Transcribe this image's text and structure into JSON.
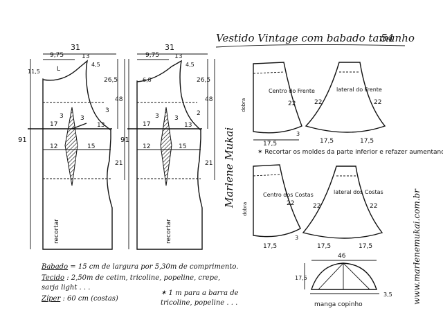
{
  "title": "Vestido Vintage com babado tamanho",
  "size": "54",
  "signature": "Marlene Mukai",
  "website": "www.marlenemukai.com.br",
  "bodice_front": {
    "width_top": "31",
    "neck_width": "9,75",
    "neck_drop": "11,5",
    "shoulder": "13",
    "shoulder_drop": "4,5",
    "armhole": "26,5",
    "side": "48",
    "total": "91",
    "dart_top": "3",
    "dart_side": "3",
    "waist_a": "17",
    "waist_b": "13",
    "hip_a": "12",
    "hip_b": "15",
    "dart_gap": "3",
    "hip_drop": "21",
    "label": "recortar",
    "mark_l": "L"
  },
  "bodice_back": {
    "width_top": "31",
    "neck_width": "9,75",
    "neck_drop": "6,8",
    "shoulder": "13",
    "shoulder_drop": "4,5",
    "armhole": "26,5",
    "side": "48",
    "total": "91",
    "dart_top": "3",
    "dart_side": "2",
    "waist_a": "17",
    "waist_b": "13",
    "hip_a": "12",
    "hip_b": "15",
    "dart_gap": "3",
    "hip_drop": "21",
    "label": "recortar"
  },
  "flounces": {
    "front_center": "Centro do Frente",
    "front_side": "lateral do Frente",
    "back_center": "Centro dos Costas",
    "back_side": "lateral dos Costas",
    "fold": "dobra",
    "len_22": "22",
    "width_17_5": "17,5",
    "small_3": "3"
  },
  "note": "✶ Recortar os moldes da parte inferior e refazer aumentando as laterais.",
  "sleeve": {
    "width": "46",
    "height": "17,5",
    "hem": "3,5",
    "label": "manga copinho"
  },
  "materials": {
    "babado_label": "Babado",
    "babado_text": "= 15 cm de largura por 5,30m de comprimento.",
    "tecido_label": "Tecido",
    "tecido_text": ": 2,50m    de cetim, tricoline, popeline, crepe,",
    "tecido_text2": "sarja light . . .",
    "ziper_label": "Zíper",
    "ziper_text": ": 60 cm (costas)",
    "note2": "✶ 1 m para a barra de",
    "note3": "tricoline, popeline . . ."
  }
}
